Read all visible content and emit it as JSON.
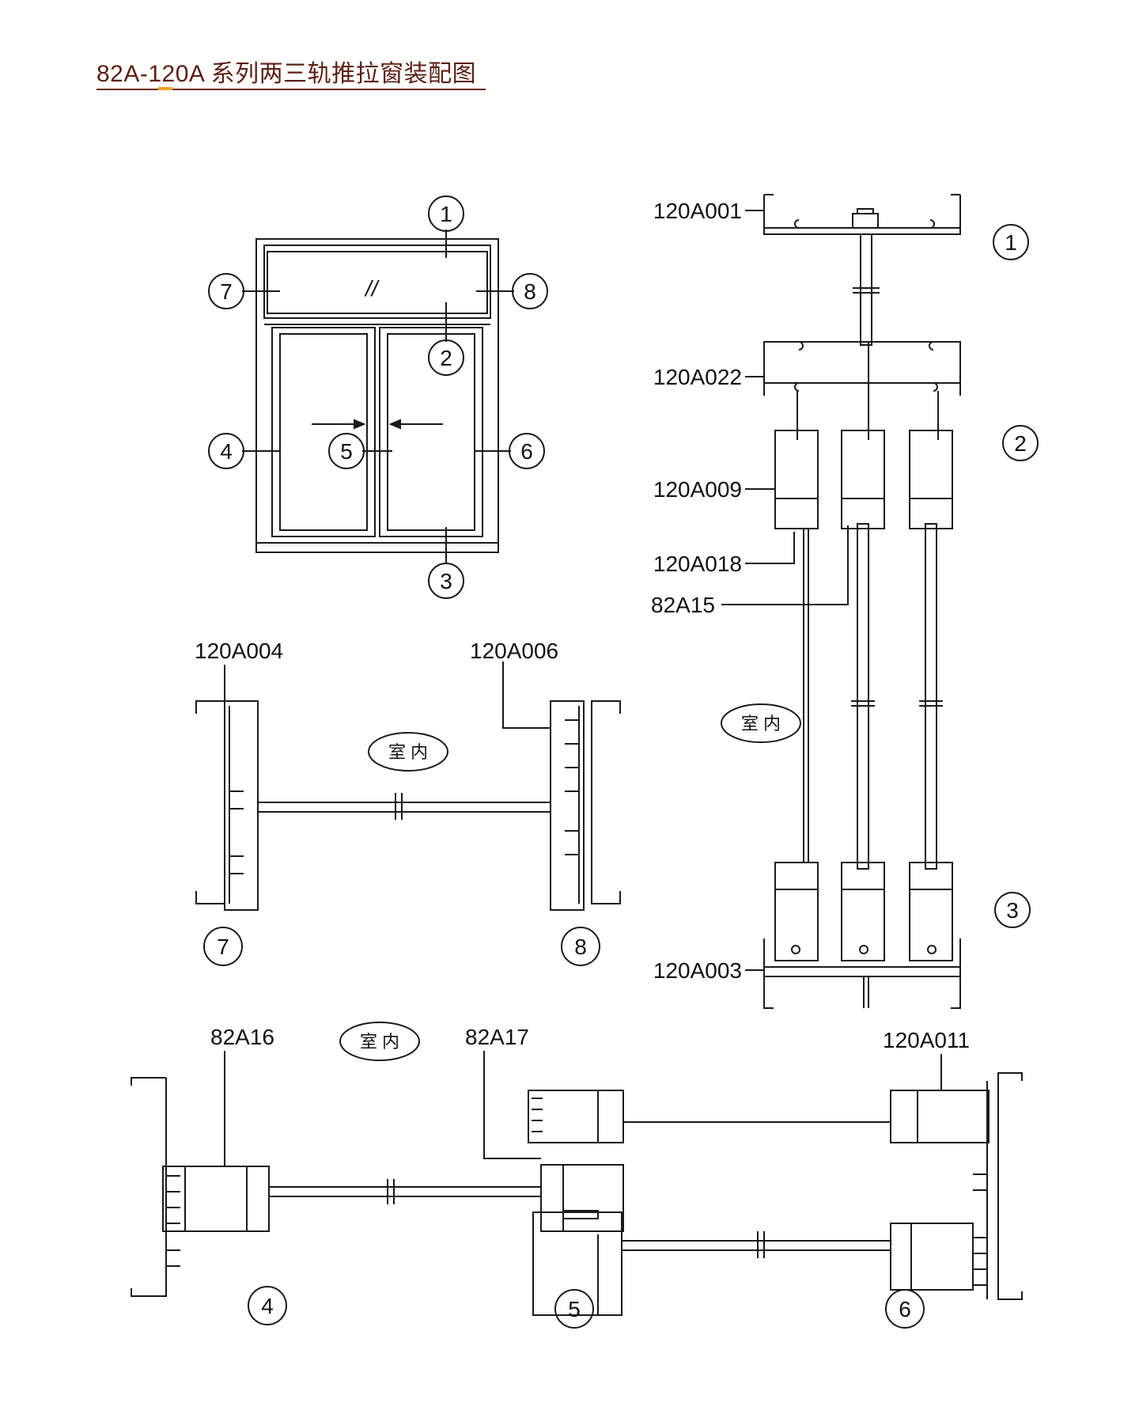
{
  "title": "82A-120A 系列两三轨推拉窗装配图",
  "markers": [
    "1",
    "2",
    "3",
    "4",
    "5",
    "6",
    "7",
    "8"
  ],
  "indoor_label": "室 内",
  "glass_mark": "//",
  "parts": {
    "p120A001": "120A001",
    "p120A022": "120A022",
    "p120A009": "120A009",
    "p120A018": "120A018",
    "p82A15": "82A15",
    "p120A004": "120A004",
    "p120A006": "120A006",
    "p120A003": "120A003",
    "p82A16": "82A16",
    "p82A17": "82A17",
    "p120A011": "120A011"
  },
  "colors": {
    "line": "#1a1a1a",
    "title": "#5c1f12",
    "accent": "#f0a020"
  }
}
